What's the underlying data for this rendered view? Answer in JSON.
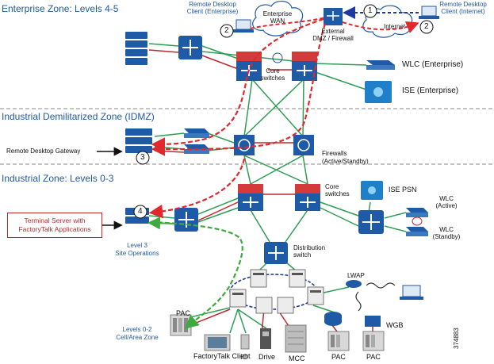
{
  "zones": {
    "enterprise": "Enterprise Zone: Levels 4-5",
    "idmz": "Industrial Demilitarized Zone (IDMZ)",
    "industrial": "Industrial Zone: Levels 0-3"
  },
  "labels": {
    "rdc_enterprise_1": "Remote Desktop",
    "rdc_enterprise_2": "Client (Enterprise)",
    "enterprise_wan_1": "Enterprise",
    "enterprise_wan_2": "WAN",
    "external_dmz_1": "External",
    "external_dmz_2": "DMZ / Firewall",
    "internet": "Internet",
    "rdc_internet_1": "Remote Desktop",
    "rdc_internet_2": "Client (Internet)",
    "core_1": "Core",
    "core_2": "switches",
    "wlc_enterprise": "WLC (Enterprise)",
    "ise_enterprise": "ISE (Enterprise)",
    "rd_gateway": "Remote Desktop Gateway",
    "firewalls_1": "Firewalls",
    "firewalls_2": "(Active/Standby)",
    "core_ind_1": "Core",
    "core_ind_2": "switches",
    "ise_psn": "ISE PSN",
    "wlc_active_1": "WLC",
    "wlc_active_2": "(Active)",
    "wlc_standby_1": "WLC",
    "wlc_standby_2": "(Standby)",
    "terminal_server_1": "Terminal Server with",
    "terminal_server_2": "FactoryTalk Applications",
    "level3_1": "Level 3",
    "level3_2": "Site Operations",
    "distribution_1": "Distribution",
    "distribution_2": "switch",
    "lwap": "LWAP",
    "wgb": "WGB",
    "levels02_1": "Levels 0-2",
    "levels02_2": "Cell/Area Zone",
    "pac_left": "PAC",
    "factorytalk_client": "FactoryTalk Client",
    "io": "IO",
    "drive": "Drive",
    "mcc": "MCC",
    "pac_mid": "PAC",
    "pac_right": "PAC",
    "figure_id": "374883"
  },
  "step_markers": [
    "1",
    "2",
    "2",
    "3",
    "4"
  ],
  "colors": {
    "zone_text": "#1f5aa6",
    "device_blue": "#1f5aa6",
    "link_green": "#2e9e55",
    "link_red": "#c0282d",
    "path_red": "#e0282d",
    "path_green": "#3faa3f",
    "path_blue": "#1e3a9e",
    "divider": "#8a8a8a"
  }
}
